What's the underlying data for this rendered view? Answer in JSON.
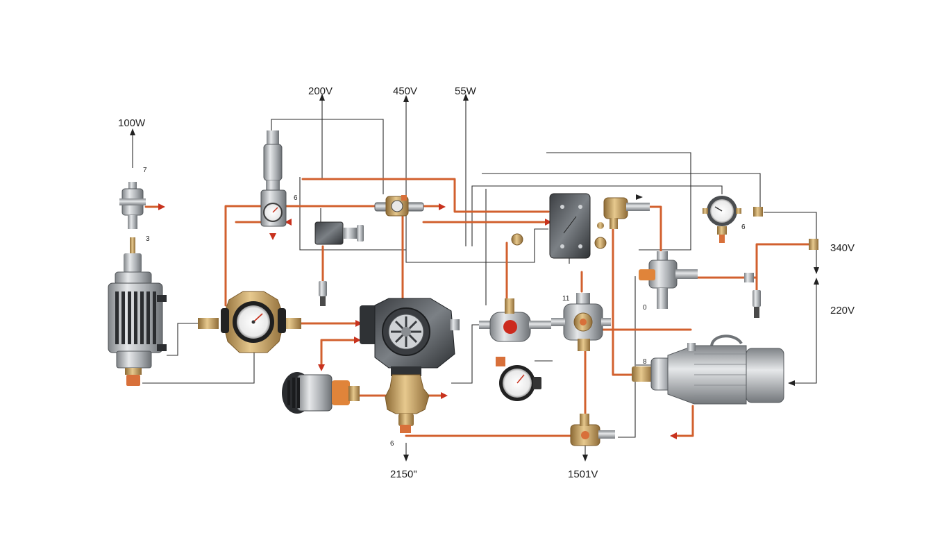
{
  "labels": {
    "top_left": "100W",
    "top_a": "200V",
    "top_b": "450V",
    "top_c": "55W",
    "right_a": "340V",
    "right_b": "220V",
    "bottom_a": "2150\"",
    "bottom_b": "1501V"
  },
  "small_labels": {
    "n7": "7",
    "n3": "3",
    "n6_gauge": "6",
    "n11": "11",
    "n0": "0",
    "n6_right": "6",
    "n8": "8",
    "n6_bottom": "6"
  },
  "colors": {
    "copper_pipe": "#d2602e",
    "arrow_red": "#c8321e",
    "wire": "#2a2a2a",
    "metal": "#b7b9bc",
    "brass": "#c9a264"
  },
  "icons": [
    "pressure-regulator-icon",
    "pressure-gauge-icon",
    "filter-canister-icon",
    "pump-housing-icon",
    "control-box-icon",
    "electric-motor-icon",
    "valve-icon"
  ]
}
